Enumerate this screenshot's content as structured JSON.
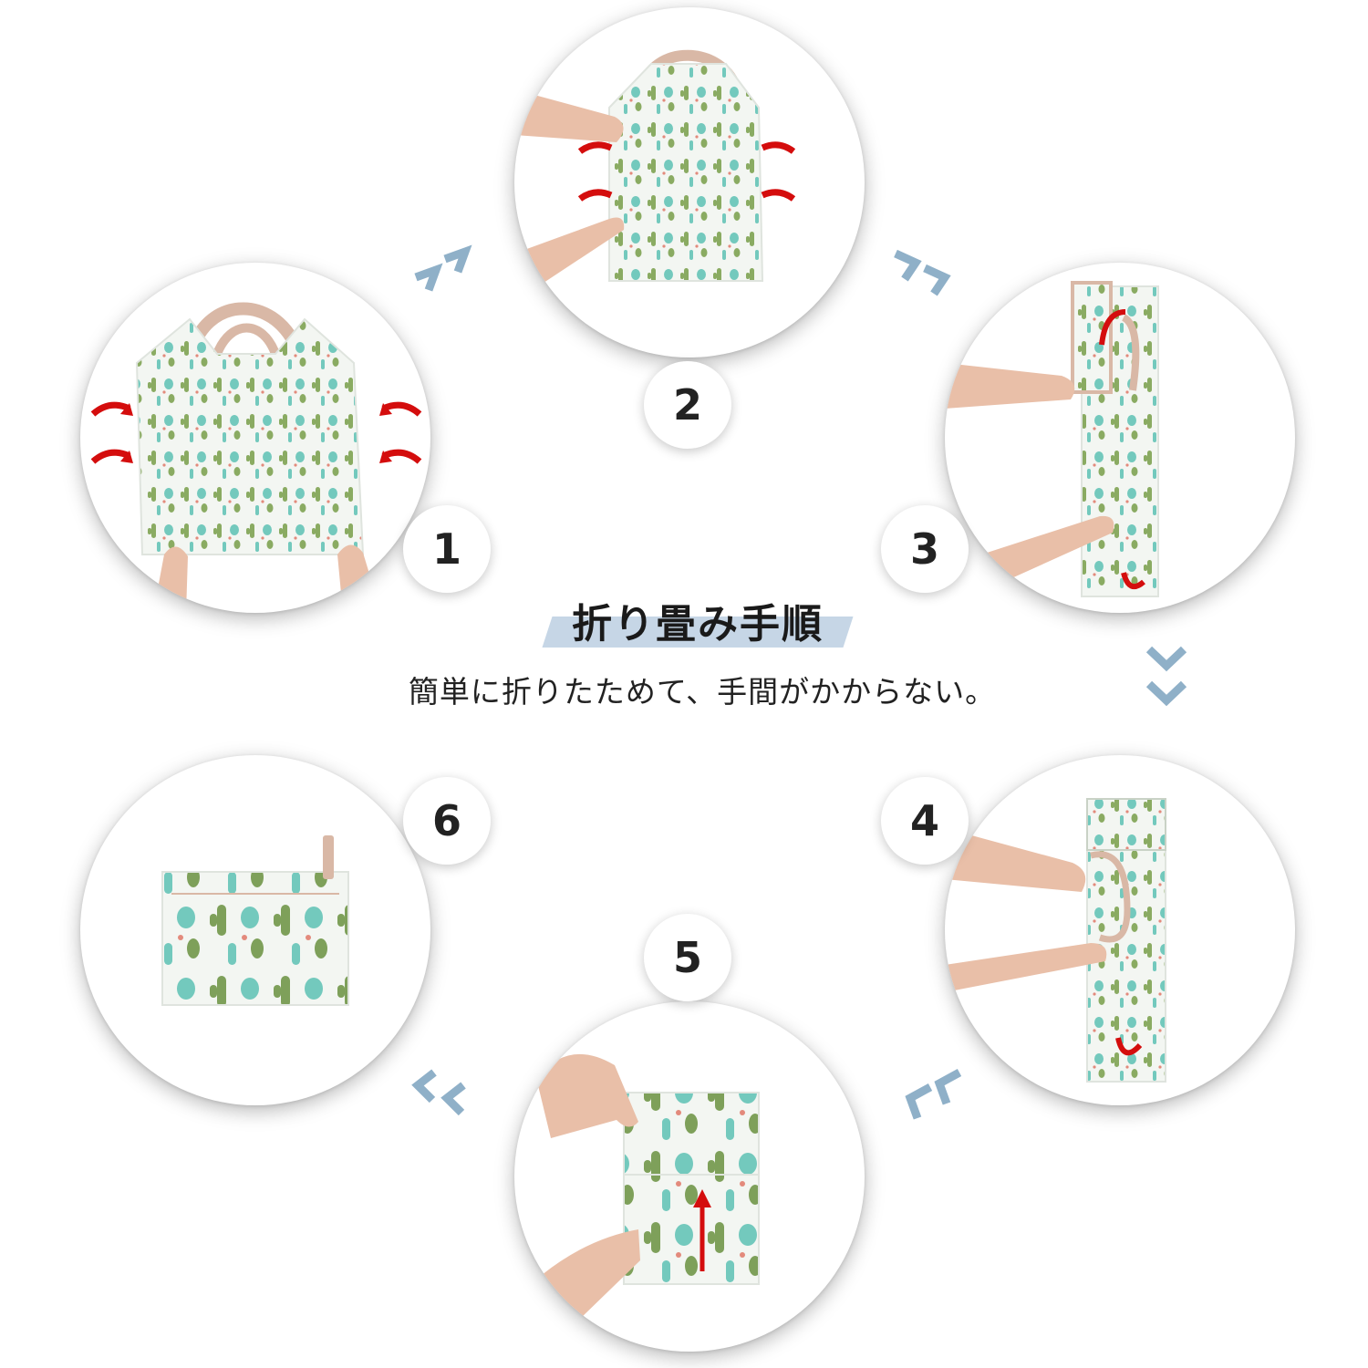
{
  "title": "折り畳み手順",
  "subtitle": "簡単に折りたためて、手間がかからない。",
  "steps": [
    {
      "number": "1"
    },
    {
      "number": "2"
    },
    {
      "number": "3"
    },
    {
      "number": "4"
    },
    {
      "number": "5"
    },
    {
      "number": "6"
    }
  ],
  "colors": {
    "chevron": "#8fb0c8",
    "title_highlight": "#c6d6e6",
    "fold_arrow": "#d40d0d",
    "bag_base": "#f3f6f2",
    "cactus_green": "#7ea05a",
    "cactus_teal": "#73c9bd",
    "strap": "#d9b8a6",
    "skin": "#e9bfa8"
  }
}
